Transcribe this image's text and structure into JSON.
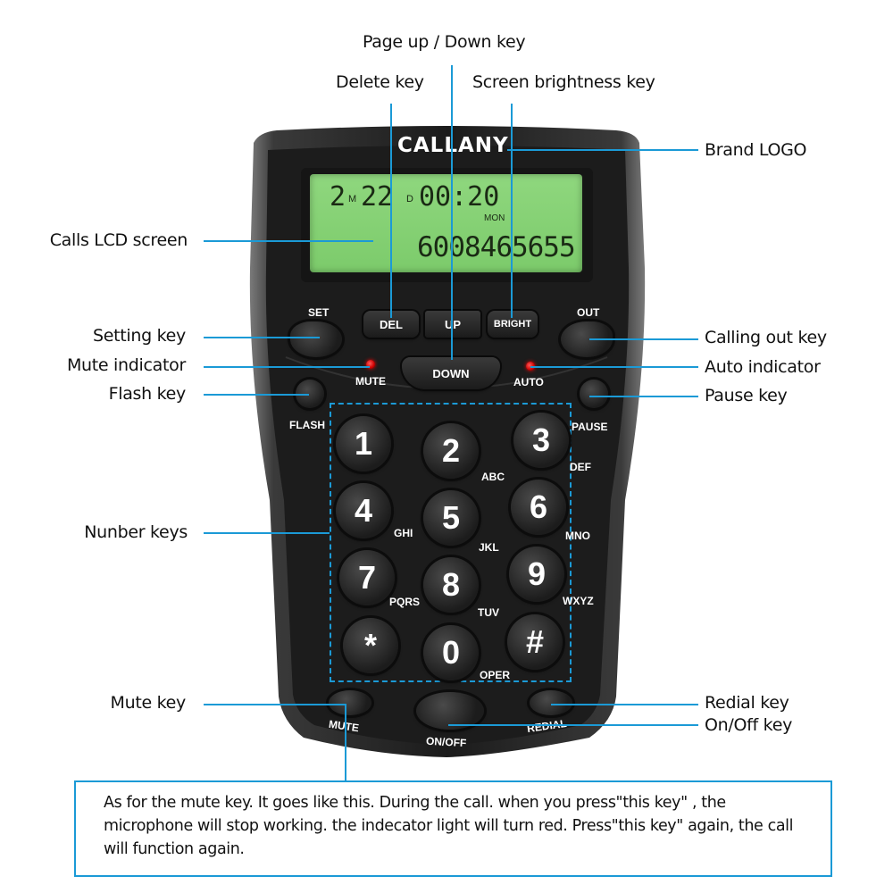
{
  "diagram": {
    "device_brand": "CALLANY",
    "lcd": {
      "month": "2",
      "month_unit": "M",
      "day": "22",
      "day_unit": "D",
      "time": "00:20",
      "weekday": "MON",
      "number": "6008465655"
    },
    "device_keys": {
      "set": "SET",
      "del": "DEL",
      "up": "UP",
      "bright": "BRIGHT",
      "out": "OUT",
      "down": "DOWN",
      "mute_led": "MUTE",
      "auto_led": "AUTO",
      "flash": "FLASH",
      "pause": "PAUSE",
      "mute": "MUTE",
      "onoff": "ON/OFF",
      "redial": "REDIAL"
    },
    "keypad": [
      {
        "digit": "1",
        "letters": ""
      },
      {
        "digit": "2",
        "letters": "ABC"
      },
      {
        "digit": "3",
        "letters": "DEF"
      },
      {
        "digit": "4",
        "letters": "GHI"
      },
      {
        "digit": "5",
        "letters": "JKL"
      },
      {
        "digit": "6",
        "letters": "MNO"
      },
      {
        "digit": "7",
        "letters": "PQRS"
      },
      {
        "digit": "8",
        "letters": "TUV"
      },
      {
        "digit": "9",
        "letters": "WXYZ"
      },
      {
        "digit": "*",
        "letters": ""
      },
      {
        "digit": "0",
        "letters": "OPER"
      },
      {
        "digit": "#",
        "letters": ""
      }
    ],
    "callouts": {
      "page_updown": "Page up / Down key",
      "delete": "Delete key",
      "brightness": "Screen brightness key",
      "brand_logo": "Brand LOGO",
      "lcd_screen": "Calls LCD screen",
      "setting": "Setting key",
      "mute_indicator": "Mute indicator",
      "flash": "Flash key",
      "calling_out": "Calling out key",
      "auto_indicator": "Auto indicator",
      "pause": "Pause key",
      "number_keys": "Nunber keys",
      "mute_key": "Mute key",
      "redial": "Redial key",
      "onoff": "On/Off key"
    },
    "note": "As for the mute key. It goes like this. During the call. when you press\"this key\" , the microphone will stop working. the indecator light will turn red. Press\"this key\" again, the call will function again.",
    "colors": {
      "callout_line": "#1b9ad6",
      "lcd_green": "#86d275",
      "body": "#1a1a1a",
      "led_red": "#dd0000"
    }
  }
}
